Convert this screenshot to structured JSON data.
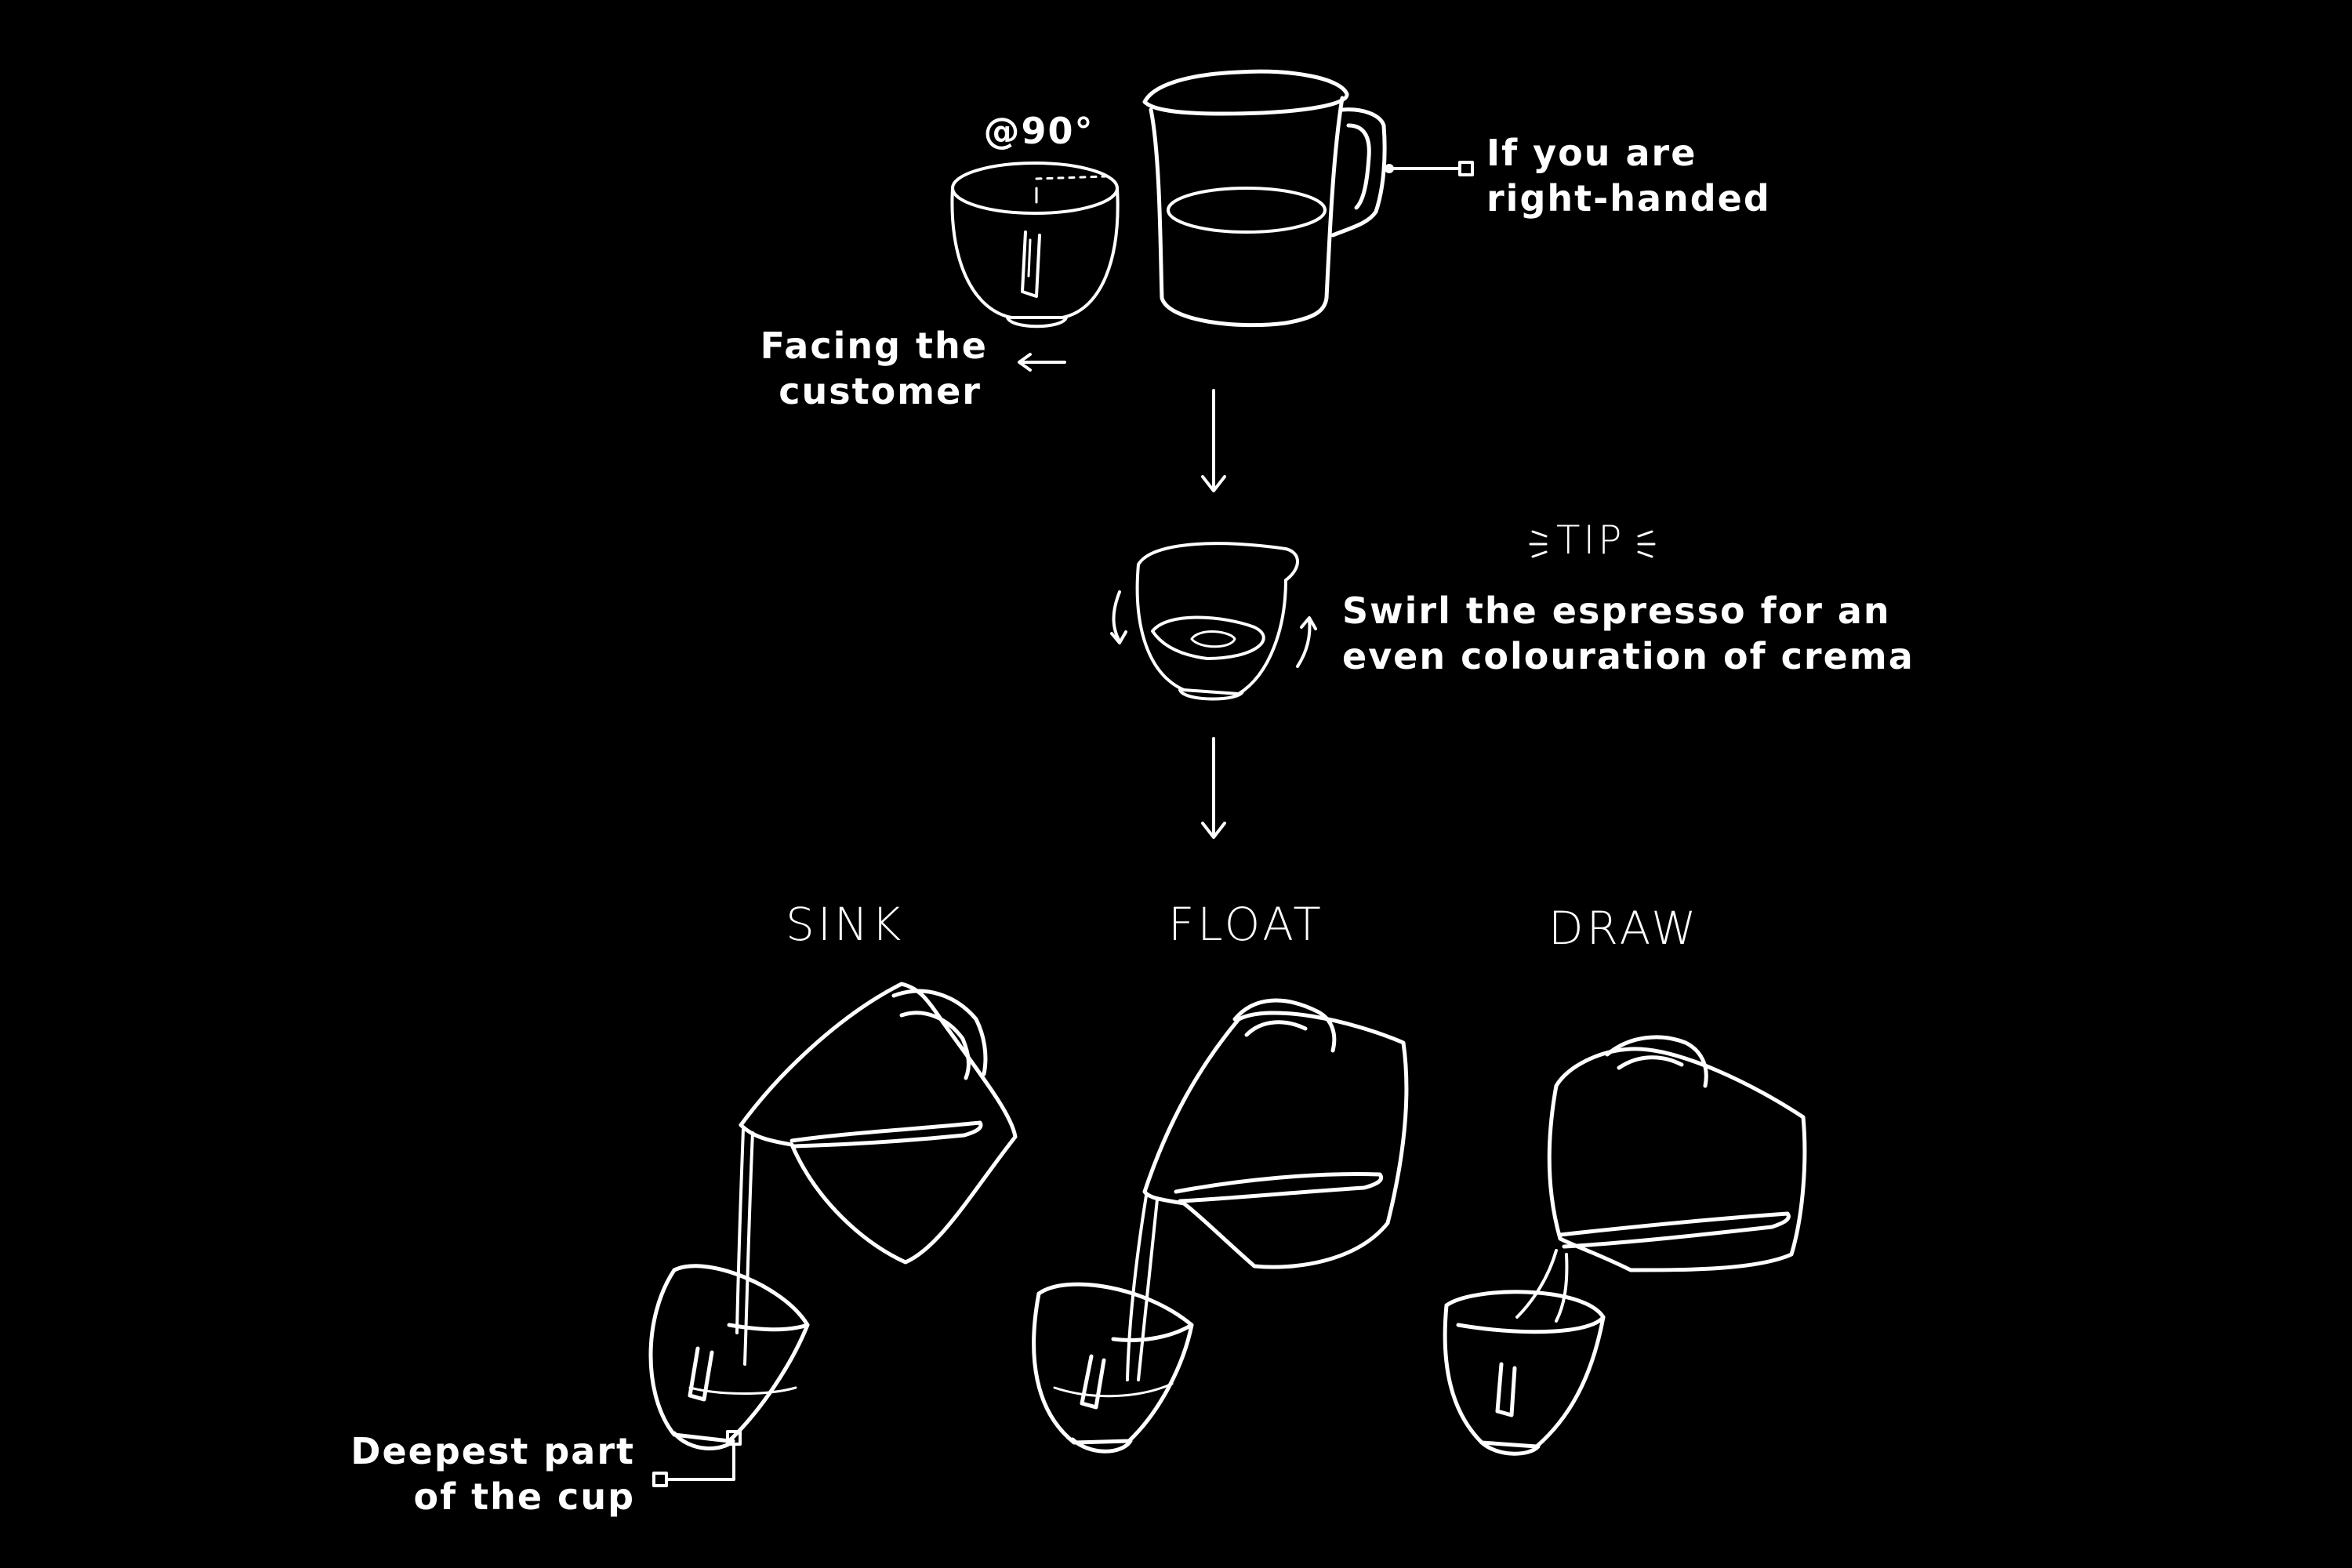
{
  "annotations": {
    "angle": "@90°",
    "facing": [
      "Facing the",
      "customer"
    ],
    "right_handed": [
      "If you are",
      "right-handed"
    ],
    "tip_heading": "TIP",
    "tip_text": [
      "Swirl the espresso for an",
      "even colouration of crema"
    ],
    "deepest": [
      "Deepest part",
      "of the cup"
    ]
  },
  "techniques": [
    "SINK",
    "FLOAT",
    "DRAW"
  ],
  "colors": {
    "background": "#000000",
    "ink": "#ffffff"
  },
  "icons": [
    "cup-icon",
    "pitcher-icon",
    "arrow-icon",
    "swirl-arrow-icon",
    "pour-stream-icon"
  ]
}
